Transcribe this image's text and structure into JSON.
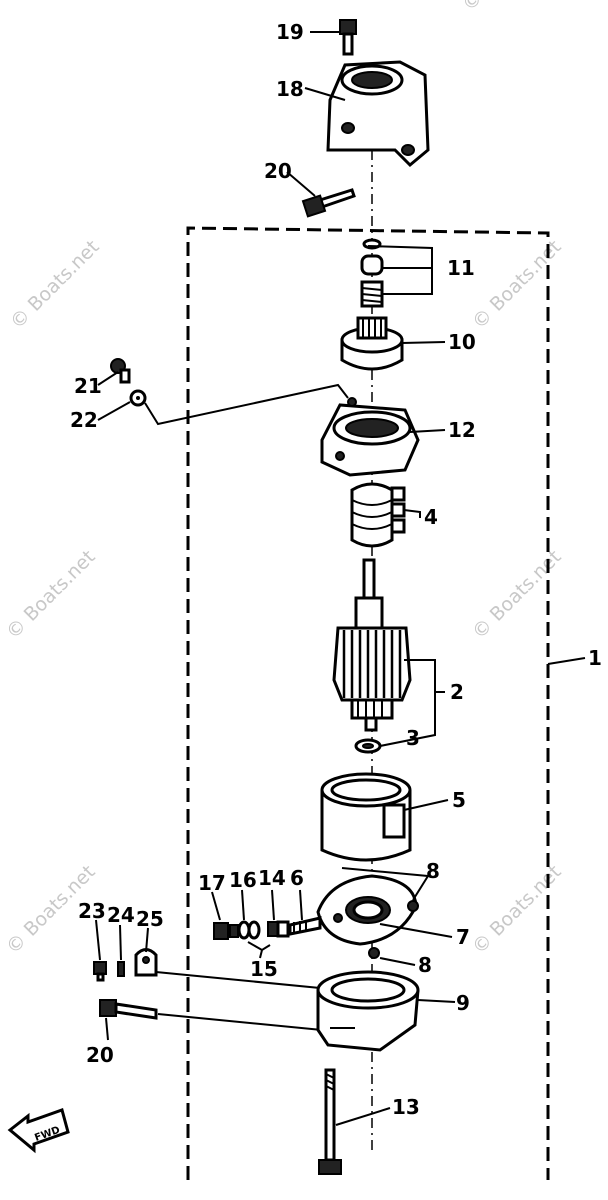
{
  "watermark": "© Boats.net",
  "callouts": {
    "c1": "1",
    "c2": "2",
    "c3": "3",
    "c4": "4",
    "c5": "5",
    "c6": "6",
    "c7": "7",
    "c8a": "8",
    "c8b": "8",
    "c9": "9",
    "c10": "10",
    "c11": "11",
    "c12": "12",
    "c13": "13",
    "c14": "14",
    "c15": "15",
    "c16": "16",
    "c17": "17",
    "c18": "18",
    "c19": "19",
    "c20a": "20",
    "c20b": "20",
    "c21": "21",
    "c22": "22",
    "c23": "23",
    "c24": "24",
    "c25": "25"
  },
  "fwd_label": "FWD"
}
